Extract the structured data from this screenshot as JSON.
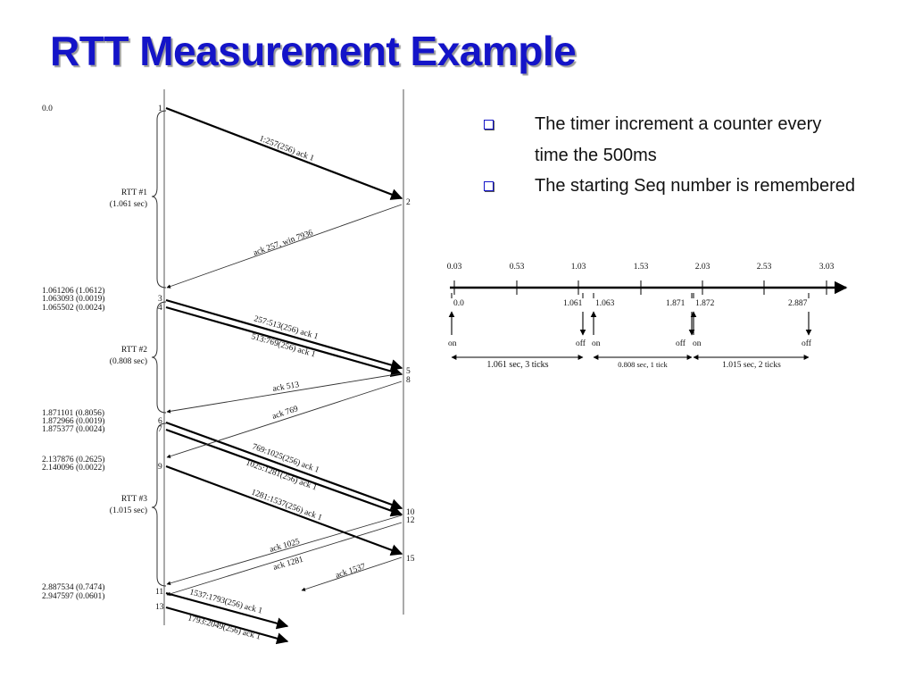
{
  "slide": {
    "title": "RTT Measurement Example",
    "bullets": [
      "The timer increment a counter every time the 500ms",
      "The starting Seq number is remembered"
    ]
  },
  "timeline_diagram": {
    "times": [
      "0.0",
      "1.061206 (1.0612)",
      "1.063093 (0.0019)",
      "1.065502 (0.0024)",
      "1.871101 (0.8056)",
      "1.872966 (0.0019)",
      "1.875377 (0.0024)",
      "2.137876 (0.2625)",
      "2.140096 (0.0022)",
      "2.887534 (0.7474)",
      "2.947597 (0.0601)"
    ],
    "rtt_groups": [
      {
        "label": "RTT #1",
        "value": "(1.061 sec)"
      },
      {
        "label": "RTT #2",
        "value": "(0.808 sec)"
      },
      {
        "label": "RTT #3",
        "value": "(1.015 sec)"
      }
    ],
    "sender_numbers": [
      "1",
      "3",
      "4",
      "6",
      "7",
      "9",
      "11",
      "13"
    ],
    "receiver_numbers": [
      "2",
      "5",
      "8",
      "10",
      "12",
      "15"
    ],
    "segment_labels": [
      "1:257(256) ack 1",
      "ack 257, win 7936",
      "257:513(256) ack 1",
      "513:769(256) ack 1",
      "ack 513",
      "ack 769",
      "769:1025(256) ack 1",
      "1025:1281(256) ack 1",
      "1281:1537(256) ack 1",
      "ack 1025",
      "ack 1281",
      "ack 1537",
      "1537:1793(256) ack 1",
      "1793:2049(256) ack 1"
    ]
  },
  "tick_diagram": {
    "ticks": [
      "0.03",
      "0.53",
      "1.03",
      "1.53",
      "2.03",
      "2.53",
      "3.03"
    ],
    "events": [
      "0.0",
      "1.061",
      "1.063",
      "1.871",
      "1.872",
      "2.887"
    ],
    "states": [
      "on",
      "off",
      "on",
      "off",
      "on",
      "off"
    ],
    "spans": [
      "1.061 sec, 3 ticks",
      "0.808 sec, 1 tick",
      "1.015 sec, 2 ticks"
    ]
  }
}
